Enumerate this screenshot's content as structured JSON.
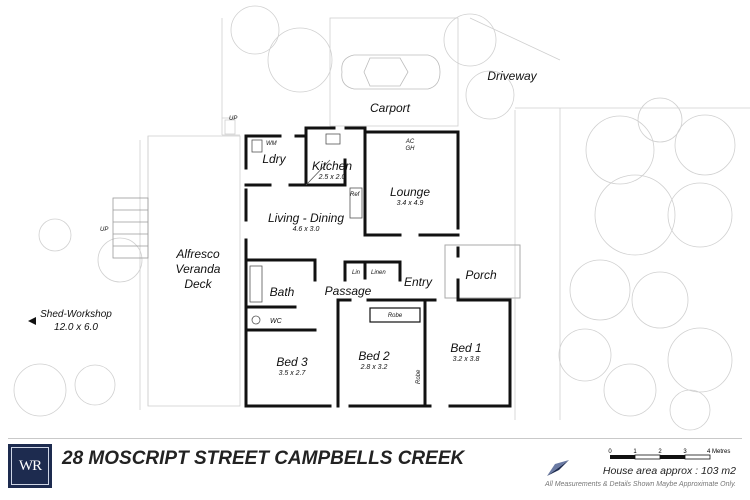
{
  "rooms": {
    "carport": {
      "name": "Carport"
    },
    "driveway": {
      "name": "Driveway"
    },
    "laundry": {
      "name": "Ldry",
      "fixture": "WM"
    },
    "kitchen": {
      "name": "Kitchen",
      "size": "2.5 x 2.0"
    },
    "fridge": {
      "name": "Ref"
    },
    "lounge": {
      "name": "Lounge",
      "size": "3.4 x 4.9",
      "fixture_1": "AC",
      "fixture_2": "GH"
    },
    "living_dining": {
      "name": "Living - Dining",
      "size": "4.6 x 3.0"
    },
    "alfresco": {
      "line_1": "Alfresco",
      "line_2": "Veranda",
      "line_3": "Deck"
    },
    "bath": {
      "name": "Bath"
    },
    "wc": {
      "name": "WC"
    },
    "passage": {
      "name": "Passage"
    },
    "linen_1": {
      "name": "Lin"
    },
    "linen_2": {
      "name": "Linen"
    },
    "entry": {
      "name": "Entry"
    },
    "porch": {
      "name": "Porch"
    },
    "bed_1": {
      "name": "Bed 1",
      "size": "3.2 x 3.8"
    },
    "bed_2": {
      "name": "Bed 2",
      "size": "2.8 x 3.2"
    },
    "bed_3": {
      "name": "Bed 3",
      "size": "3.5 x 2.7"
    },
    "robe_1": {
      "name": "Robe"
    },
    "robe_2": {
      "name": "Robe"
    },
    "shed": {
      "name": "Shed-Workshop",
      "size": "12.0 x 6.0"
    }
  },
  "markers": {
    "up_top": "UP",
    "up_left": "UP"
  },
  "footer": {
    "logo_text": "WR",
    "address": "28 MOSCRIPT STREET CAMPBELLS CREEK",
    "scale_ticks": [
      "0",
      "1",
      "2",
      "3",
      "4 Metres"
    ],
    "house_area": "House area approx : 103 m2",
    "disclaimer": "All Measurements & Details Shown Maybe Approximate Only."
  },
  "colors": {
    "walls": "#111111",
    "outline": "#c8c8c8",
    "logo_bg": "#1d2b4f"
  }
}
